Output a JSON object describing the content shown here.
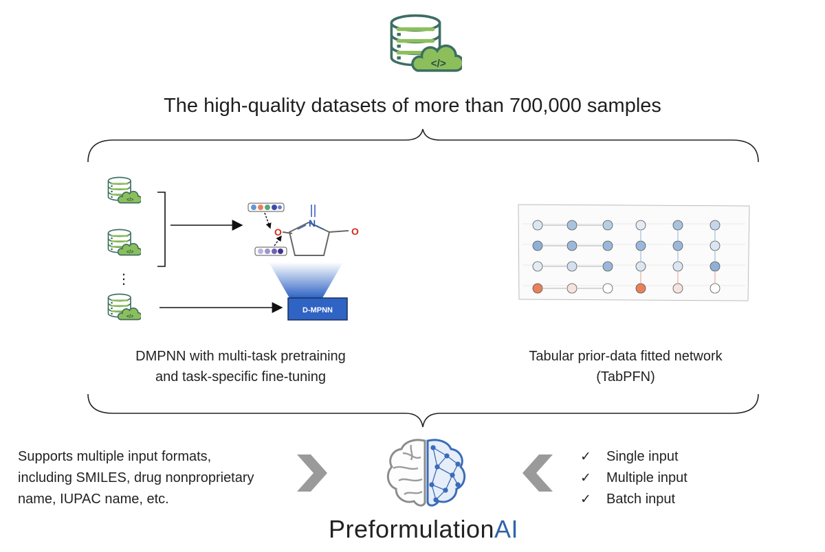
{
  "headline": "The high-quality datasets of more than 700,000 samples",
  "left_caption": {
    "line1": "DMPNN with multi-task pretraining",
    "line2": "and task-specific fine-tuning"
  },
  "right_caption": {
    "line1": "Tabular prior-data fitted network",
    "line2": "(TabPFN)"
  },
  "dmpnn_label": "D-MPNN",
  "molecule_atoms": {
    "oxygen_left": "O",
    "nitrogen": "N",
    "oxygen_right": "O"
  },
  "ellipsis": "⋮",
  "input_formats": {
    "line1": "Supports multiple input formats,",
    "line2": "including SMILES, drug nonproprietary",
    "line3": "name, IUPAC name, etc."
  },
  "input_modes": [
    "Single input",
    "Multiple input",
    "Batch input"
  ],
  "check_glyph": "✓",
  "brand": {
    "main": "Preformulation",
    "accent": "AI"
  },
  "colors": {
    "database_green": "#8cbf5c",
    "database_outline": "#3d6e62",
    "dmpnn_blue": "#2f63c4",
    "brand_blue": "#2f63a8",
    "atom_red": "#d42a1a",
    "atom_blue": "#2b59b5",
    "chevron_gray": "#9a9a9a",
    "node_orange": "#e8815a"
  },
  "icons": [
    "database-cloud-icon",
    "brain-icon",
    "chevron-right-icon",
    "chevron-left-icon",
    "check-icon"
  ]
}
